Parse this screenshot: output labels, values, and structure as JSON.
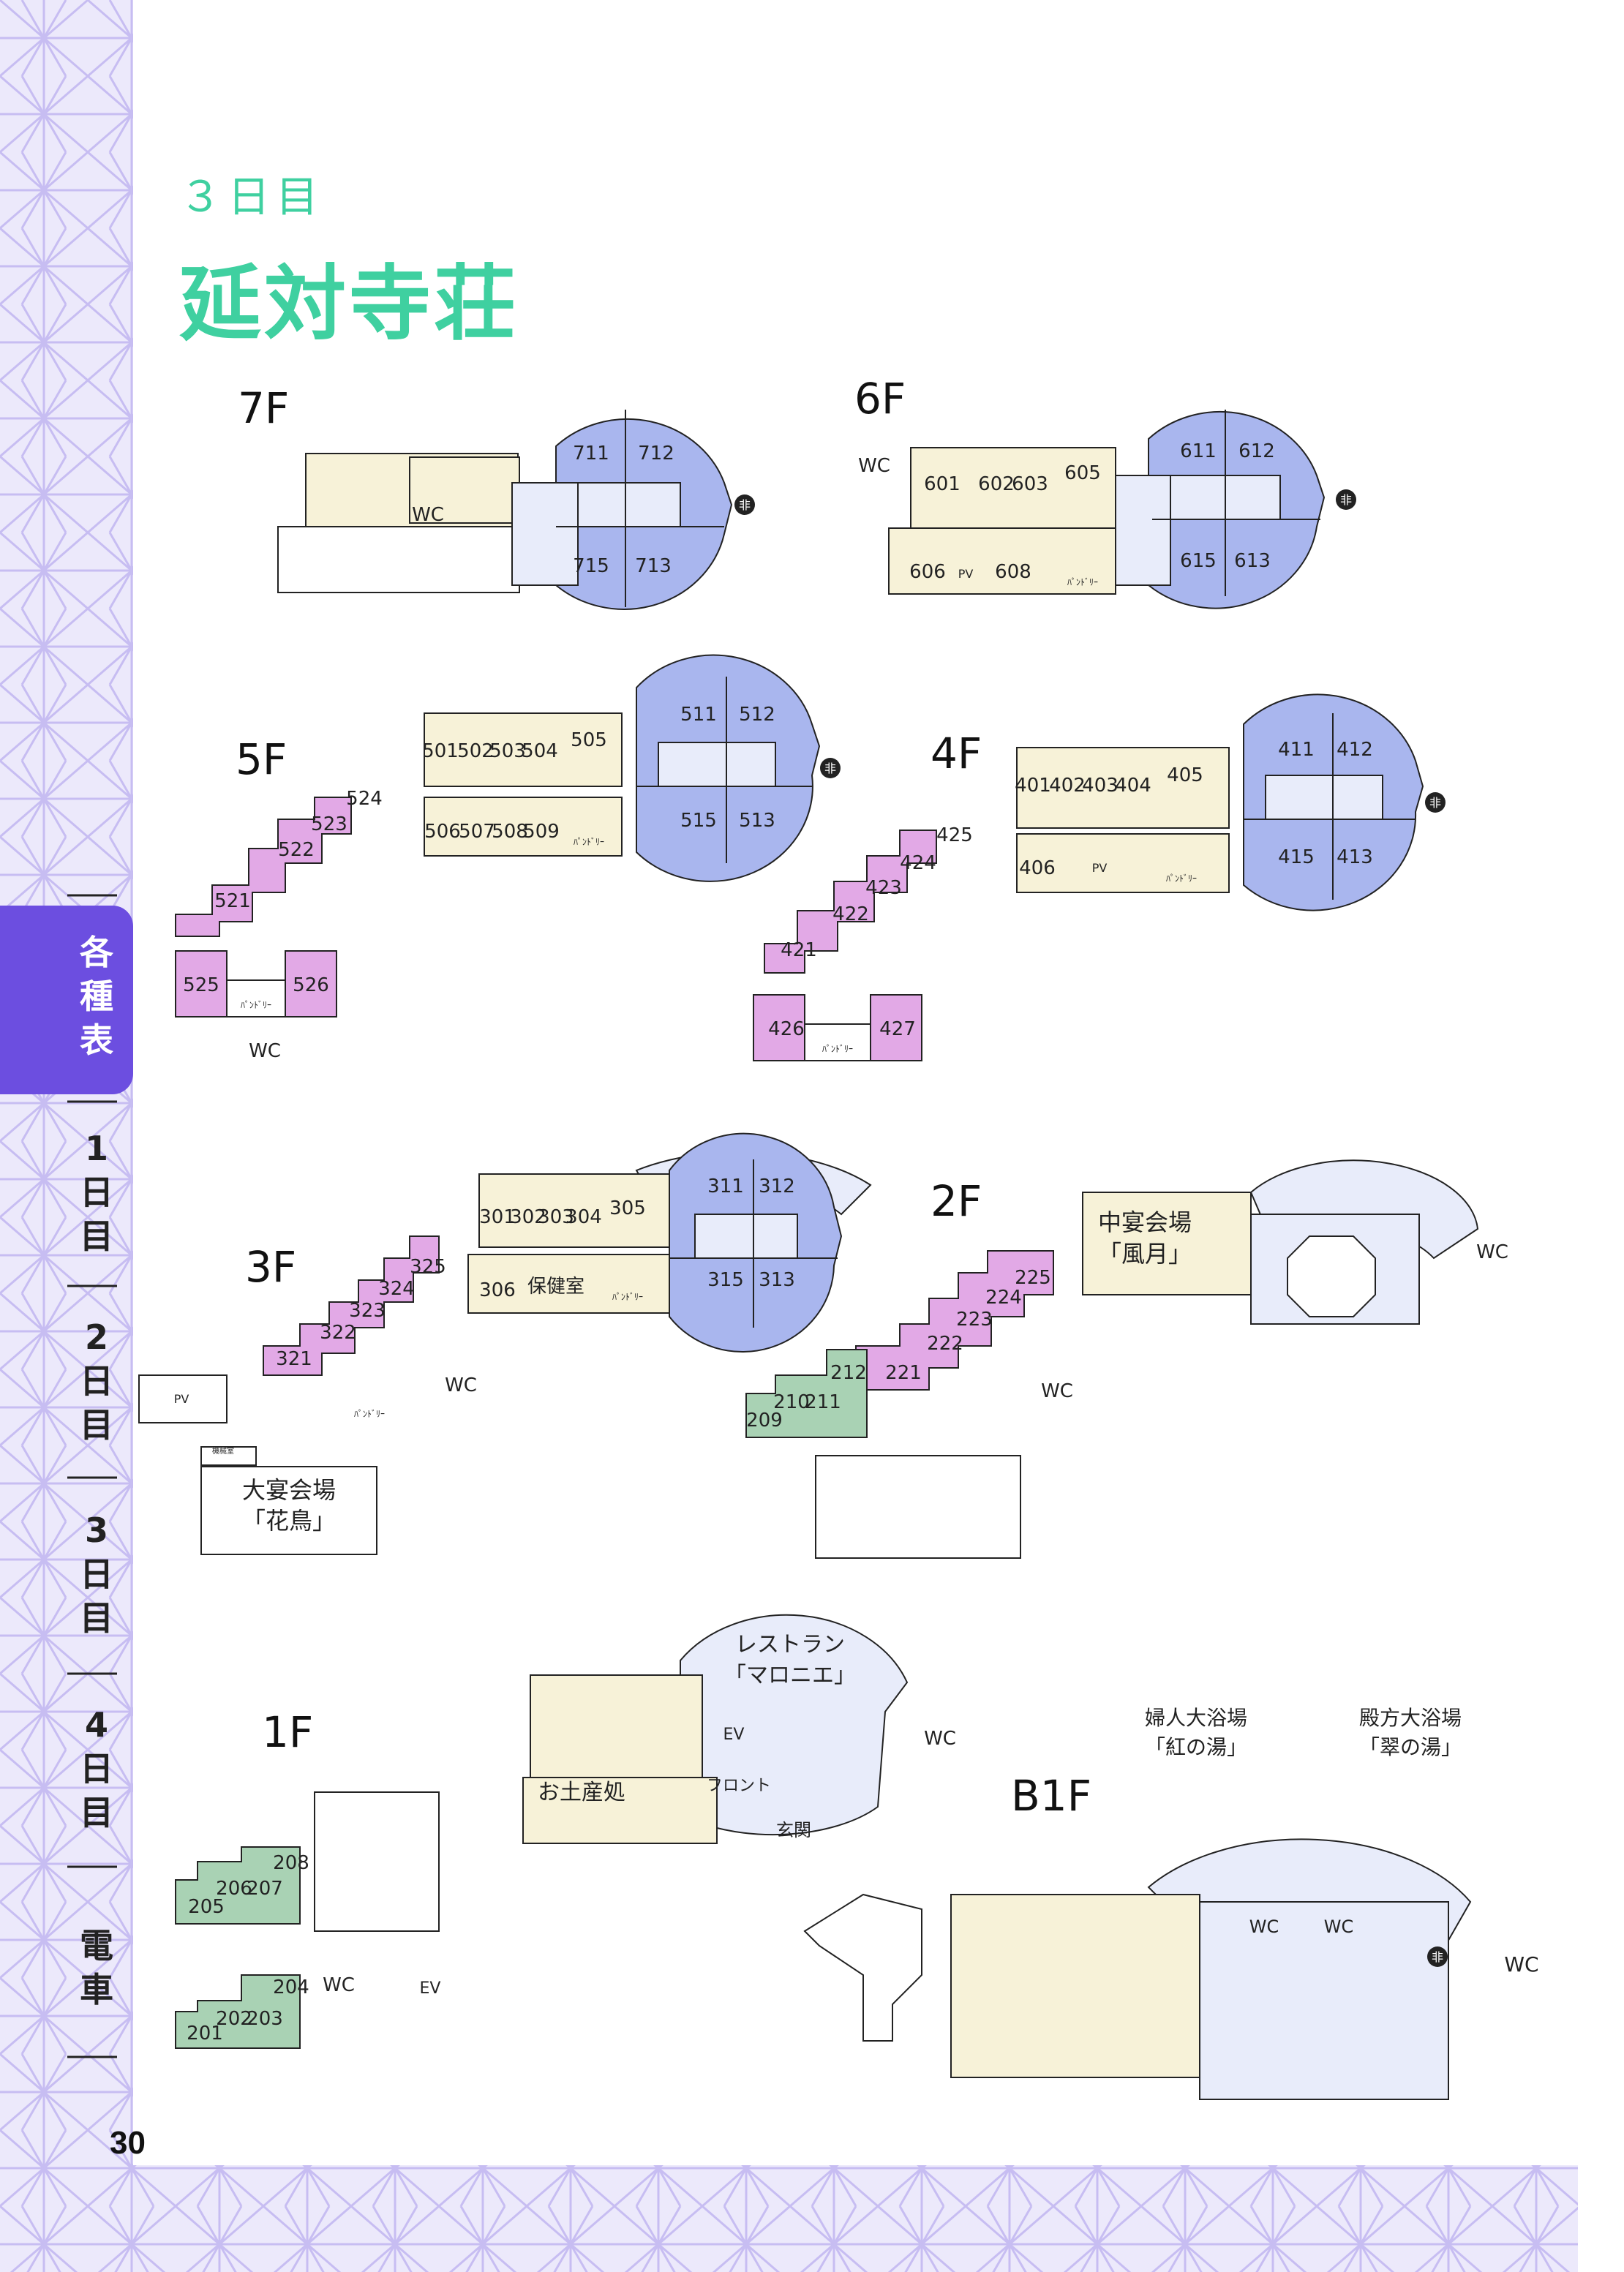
{
  "page_number": "30",
  "header": {
    "day": "３日目",
    "title": "延対寺荘"
  },
  "side_tabs": [
    {
      "label": "各種表",
      "active": true
    },
    {
      "label": "1日目",
      "active": false
    },
    {
      "label": "2日目",
      "active": false
    },
    {
      "label": "3日目",
      "active": false
    },
    {
      "label": "4日目",
      "active": false
    },
    {
      "label": "電車",
      "active": false
    }
  ],
  "colors": {
    "accent": "#3fd0a0",
    "tab": "#6c4ee0",
    "blue_rooms": "#a9b6ee",
    "yellow_rooms": "#f7f2d8",
    "pink_rooms": "#e2a9e6",
    "green_rooms": "#a9d2b4",
    "pale": "#e8ecfa"
  },
  "icons": {
    "emergency_exit": "非"
  },
  "floors": {
    "f7": {
      "label": "7F",
      "rooms": {
        "r711": "711",
        "r712": "712",
        "r713": "713",
        "r715": "715"
      },
      "labels": {
        "wc": "WC"
      }
    },
    "f6": {
      "label": "6F",
      "rooms": {
        "r601": "601",
        "r602": "602",
        "r603": "603",
        "r605": "605",
        "r606": "606",
        "r608": "608",
        "r611": "611",
        "r612": "612",
        "r613": "613",
        "r615": "615"
      },
      "labels": {
        "wc": "WC",
        "pv": "PV",
        "laundry": "ﾊﾟﾝﾄﾞﾘｰ"
      }
    },
    "f5": {
      "label": "5F",
      "rooms": {
        "r501": "501",
        "r502": "502",
        "r503": "503",
        "r504": "504",
        "r505": "505",
        "r506": "506",
        "r507": "507",
        "r508": "508",
        "r509": "509",
        "r511": "511",
        "r512": "512",
        "r513": "513",
        "r515": "515",
        "r521": "521",
        "r522": "522",
        "r523": "523",
        "r524": "524",
        "r525": "525",
        "r526": "526"
      },
      "labels": {
        "wc": "WC",
        "laundry": "ﾊﾟﾝﾄﾞﾘｰ",
        "laundry2": "ﾊﾟﾝﾄﾞﾘｰ"
      }
    },
    "f4": {
      "label": "4F",
      "rooms": {
        "r401": "401",
        "r402": "402",
        "r403": "403",
        "r404": "404",
        "r405": "405",
        "r406": "406",
        "r411": "411",
        "r412": "412",
        "r413": "413",
        "r415": "415",
        "r421": "421",
        "r422": "422",
        "r423": "423",
        "r424": "424",
        "r425": "425",
        "r426": "426",
        "r427": "427"
      },
      "labels": {
        "pv": "PV",
        "laundry": "ﾊﾟﾝﾄﾞﾘｰ",
        "laundry2": "ﾊﾟﾝﾄﾞﾘｰ"
      }
    },
    "f3": {
      "label": "3F",
      "rooms": {
        "r301": "301",
        "r302": "302",
        "r303": "303",
        "r304": "304",
        "r305": "305",
        "r306": "306",
        "r311": "311",
        "r312": "312",
        "r313": "313",
        "r315": "315",
        "r321": "321",
        "r322": "322",
        "r323": "323",
        "r324": "324",
        "r325": "325"
      },
      "labels": {
        "health": "保健室",
        "laundry": "ﾊﾟﾝﾄﾞﾘｰ",
        "laundry2": "ﾊﾟﾝﾄﾞﾘｰ",
        "wc": "WC",
        "pv": "PV",
        "machine": "機械室",
        "hall_line1": "大宴会場",
        "hall_line2": "「花鳥」"
      }
    },
    "f2": {
      "label": "2F",
      "rooms": {
        "r209": "209",
        "r210": "210",
        "r211": "211",
        "r212": "212",
        "r221": "221",
        "r222": "222",
        "r223": "223",
        "r224": "224",
        "r225": "225"
      },
      "labels": {
        "hall_line1": "中宴会場",
        "hall_line2": "「風月」",
        "wc": "WC",
        "wc2": "WC"
      }
    },
    "f1": {
      "label": "1F",
      "rooms": {
        "r201": "201",
        "r202": "202",
        "r203": "203",
        "r204": "204",
        "r205": "205",
        "r206": "206",
        "r207": "207",
        "r208": "208"
      },
      "labels": {
        "rest_line1": "レストラン",
        "rest_line2": "「マロニエ」",
        "ev": "EV",
        "ev2": "EV",
        "front": "フロント",
        "shop": "お土産処",
        "entrance": "玄関",
        "wc": "WC",
        "wc2": "WC"
      }
    },
    "b1": {
      "label": "B1F",
      "labels": {
        "bath_women_line1": "婦人大浴場",
        "bath_women_line2": "「紅の湯」",
        "bath_men_line1": "殿方大浴場",
        "bath_men_line2": "「翠の湯」",
        "wc": "WC",
        "wc2": "WC",
        "wc3": "WC"
      }
    }
  }
}
